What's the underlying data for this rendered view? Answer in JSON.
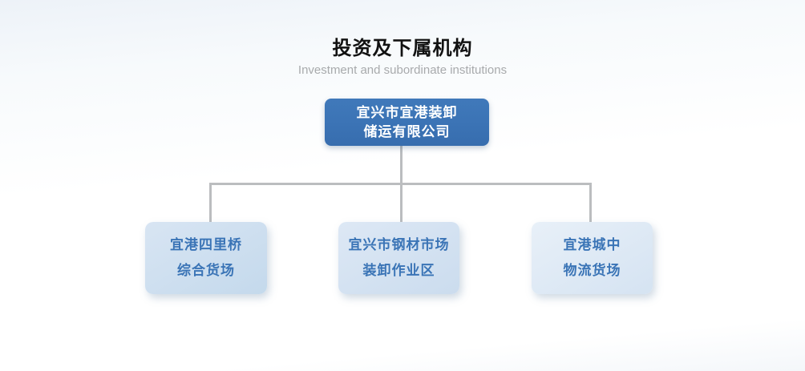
{
  "header": {
    "title": "投资及下属机构",
    "subtitle": "Investment and subordinate institutions"
  },
  "org_chart": {
    "root": {
      "line1": "宜兴市宜港装卸",
      "line2": "储运有限公司"
    },
    "children": [
      {
        "line1": "宜港四里桥",
        "line2": "综合货场"
      },
      {
        "line1": "宜兴市钢材市场",
        "line2": "装卸作业区"
      },
      {
        "line1": "宜港城中",
        "line2": "物流货场"
      }
    ]
  },
  "colors": {
    "root_fill": "#3b73b5",
    "root_text": "#ffffff",
    "child_fill_light": "#d8e5f3",
    "child_fill_dark": "#c4d9ec",
    "child_text": "#3a74b6",
    "connector": "#bbbdbf",
    "title_text": "#121212",
    "subtitle_text": "#a8aaac",
    "background_top": "#edf2f8",
    "background_main": "#ffffff"
  }
}
